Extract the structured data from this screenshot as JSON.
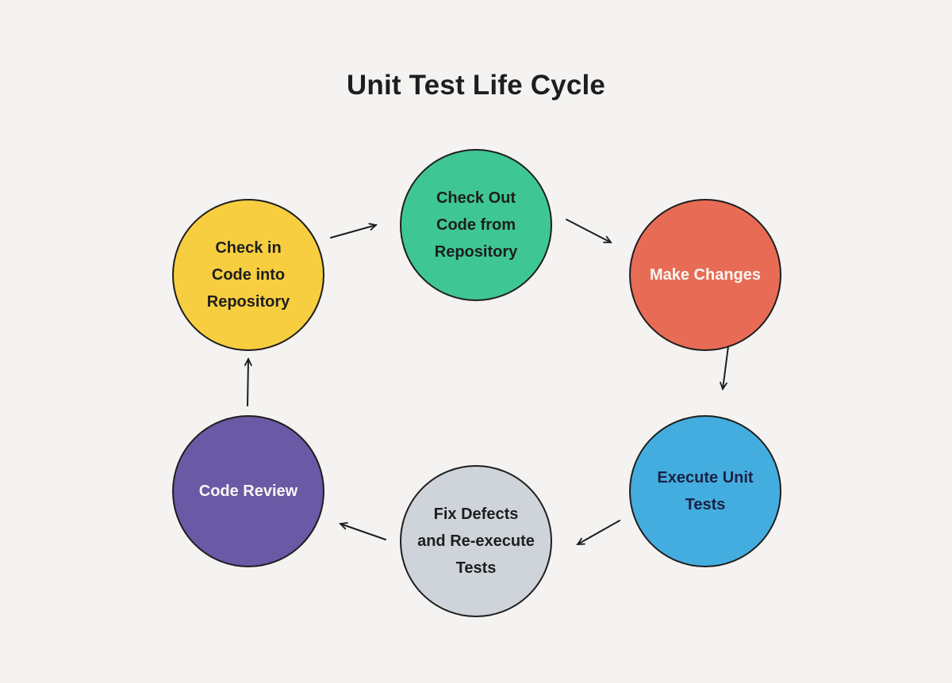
{
  "title": "Unit Test Life Cycle",
  "background_color": "#F4F3F1",
  "outline_color": "#1E1E1E",
  "nodes": [
    {
      "id": "check-out-code",
      "label": "Check Out\nCode from\nRepository",
      "color": "#3EC795",
      "text_color": "#1E1E1E"
    },
    {
      "id": "make-changes",
      "label": "Make Changes",
      "color": "#E86C55",
      "text_color": "#F8F6F3"
    },
    {
      "id": "execute-unit-tests",
      "label": "Execute Unit\nTests",
      "color": "#44ADDF",
      "text_color": "#1B2145"
    },
    {
      "id": "fix-defects",
      "label": "Fix Defects\nand Re-execute\nTests",
      "color": "#CFD3DA",
      "text_color": "#1E1E1E"
    },
    {
      "id": "code-review",
      "label": "Code Review",
      "color": "#6A59A5",
      "text_color": "#F8F6F3"
    },
    {
      "id": "check-in-code",
      "label": "Check in\nCode into\nRepository",
      "color": "#F7CE3F",
      "text_color": "#1E1E1E"
    }
  ],
  "edges": [
    {
      "from": "check-out-code",
      "to": "make-changes"
    },
    {
      "from": "make-changes",
      "to": "execute-unit-tests"
    },
    {
      "from": "execute-unit-tests",
      "to": "fix-defects"
    },
    {
      "from": "fix-defects",
      "to": "code-review"
    },
    {
      "from": "code-review",
      "to": "check-in-code"
    },
    {
      "from": "check-in-code",
      "to": "check-out-code"
    }
  ]
}
